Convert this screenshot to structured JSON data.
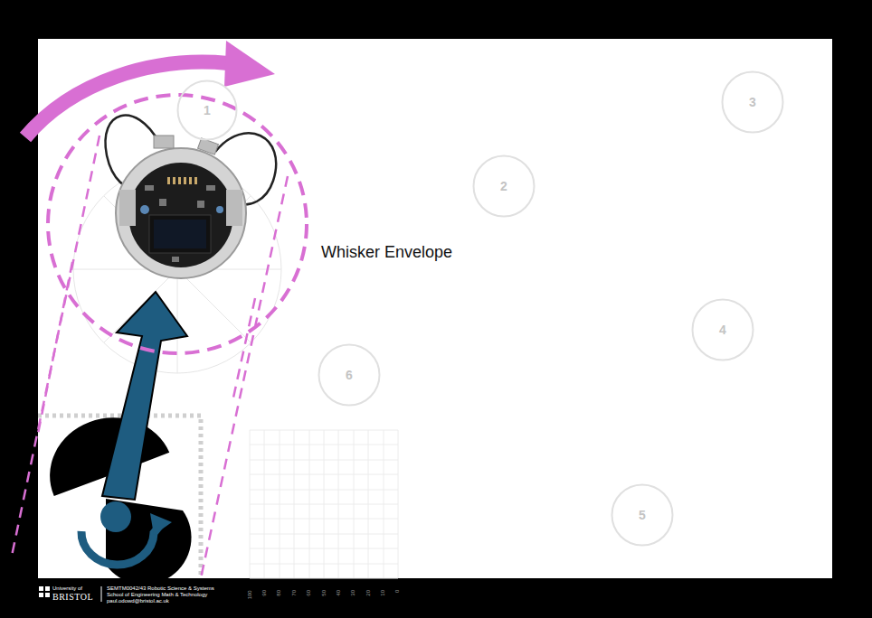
{
  "diagram": {
    "nodes": [
      {
        "text": [
          "1"
        ]
      },
      {
        "text": [
          "2"
        ]
      },
      {
        "text": [
          "3"
        ]
      },
      {
        "text": [
          "6"
        ]
      },
      {
        "text": [
          "4"
        ]
      },
      {
        "text": [
          "5"
        ]
      }
    ],
    "labels": [
      "Whisker Envelope",
      "100",
      "90",
      "80",
      "70",
      "60",
      "50",
      "40",
      "30",
      "20",
      "10",
      "0",
      "University of",
      "BRISTOL",
      "SEMTM0042/43 Robotic Science & Systems",
      "School of Engineering Math & Technology",
      "paul.odowd@bristol.ac.uk"
    ]
  }
}
